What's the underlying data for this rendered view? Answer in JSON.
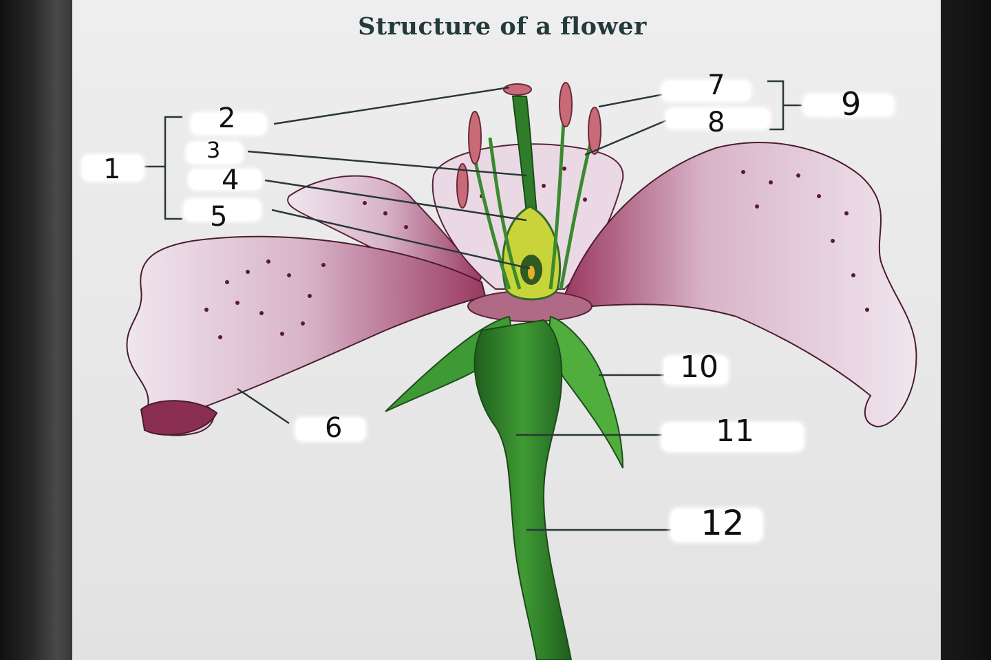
{
  "title": "Structure of a flower",
  "labels": [
    "1",
    "2",
    "3",
    "4",
    "5",
    "6",
    "7",
    "8",
    "9",
    "10",
    "11",
    "12"
  ],
  "colors": {
    "petal_light": "#e9dbe6",
    "petal_dark": "#8a2e52",
    "stem_green": "#2f7d2a",
    "ovary_yellow": "#c9d33a",
    "anther_pink": "#c96a78",
    "leader_line": "#2a3838"
  }
}
